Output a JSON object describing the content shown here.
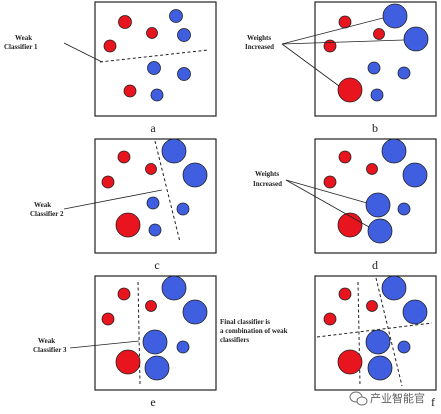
{
  "colors": {
    "red": "#e8141e",
    "blue": "#3f5fe0",
    "stroke": "#222222"
  },
  "panels": {
    "a": {
      "label": "a",
      "annotation": [
        "Weak",
        "Classifier 1"
      ]
    },
    "b": {
      "label": "b",
      "annotation": [
        "Weights",
        "Increased"
      ]
    },
    "c": {
      "label": "c",
      "annotation": [
        "Weak",
        "Classifier 2"
      ]
    },
    "d": {
      "label": "d",
      "annotation": [
        "Weights",
        "Increased"
      ]
    },
    "e": {
      "label": "e",
      "annotation": [
        "Weak",
        "Classifier 3"
      ]
    },
    "f": {
      "label": "f"
    }
  },
  "final_note": [
    "Final classifier is",
    "a combination of weak",
    "classifiers"
  ],
  "watermark": "产业智能官",
  "watermark_icon": "wechat-icon"
}
